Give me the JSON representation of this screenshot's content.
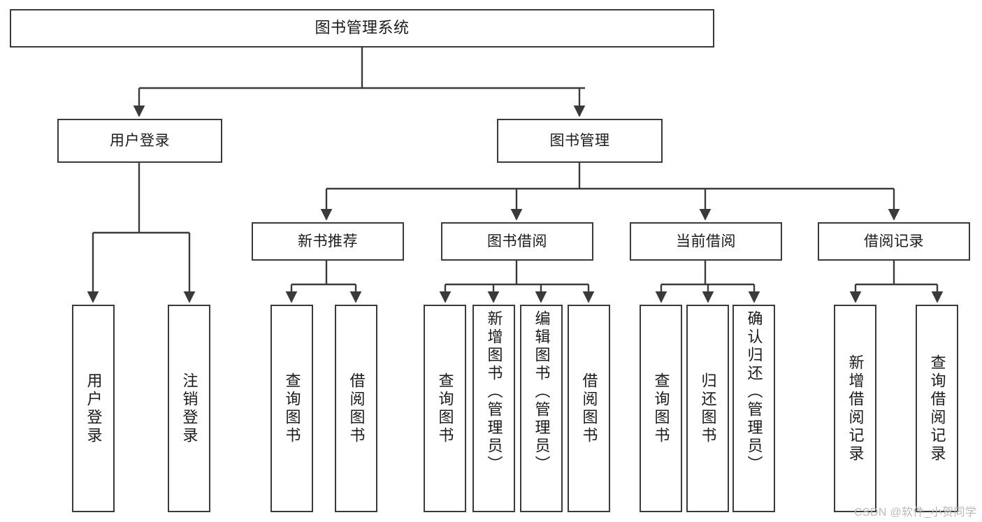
{
  "diagram": {
    "title": "图书管理系统",
    "type": "tree-hierarchy-chart",
    "stroke_color": "#3a3a3a",
    "background_color": "#ffffff",
    "text_color": "#1b1b1b"
  },
  "root": {
    "label": "图书管理系统"
  },
  "level2": [
    {
      "label": "用户登录"
    },
    {
      "label": "图书管理"
    }
  ],
  "level3": [
    {
      "label": "新书推荐"
    },
    {
      "label": "图书借阅"
    },
    {
      "label": "当前借阅"
    },
    {
      "label": "借阅记录"
    }
  ],
  "leaves": {
    "user_login": [
      {
        "label": "用户登录"
      },
      {
        "label": "注销登录"
      }
    ],
    "new_book_recommend": [
      {
        "label": "查询图书"
      },
      {
        "label": "借阅图书"
      }
    ],
    "book_borrow": [
      {
        "label": "查询图书"
      },
      {
        "label": "新增图书（管理员）"
      },
      {
        "label": "编辑图书（管理员）"
      },
      {
        "label": "借阅图书"
      }
    ],
    "current_borrow": [
      {
        "label": "查询图书"
      },
      {
        "label": "归还图书"
      },
      {
        "label": "确认归还（管理员）"
      }
    ],
    "borrow_record": [
      {
        "label": "新增借阅记录"
      },
      {
        "label": "查询借阅记录"
      }
    ]
  },
  "watermark": {
    "text": "CSDN @软件_小贺同学"
  }
}
